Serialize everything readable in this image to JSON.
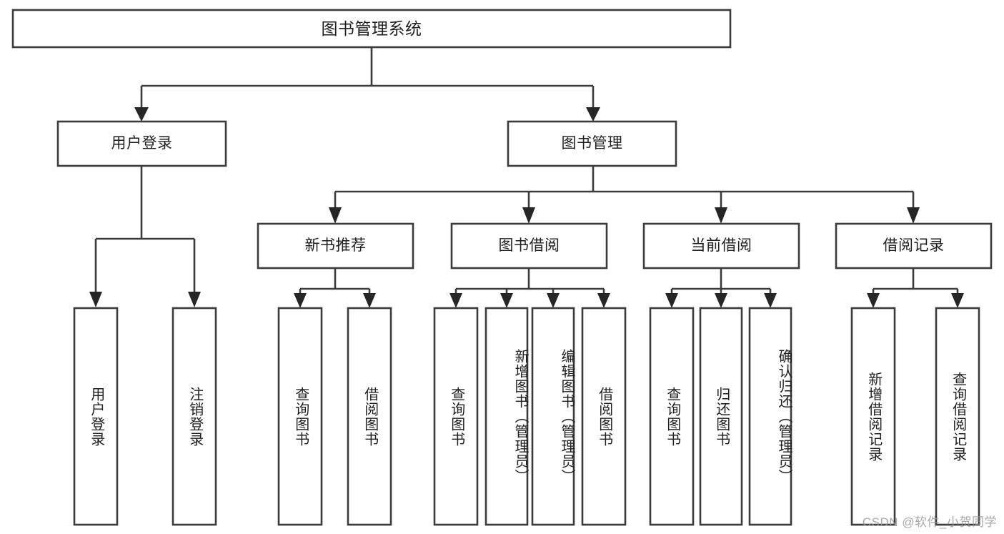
{
  "diagram": {
    "type": "tree",
    "title": "图书管理系统",
    "orientation": "top-down",
    "colors": {
      "box_stroke": "#3b3b3b",
      "box_fill": "#ffffff",
      "connector": "#3b3b3b",
      "text": "#1f1f1f",
      "watermark": "#9a9a9a",
      "background": "#ffffff"
    },
    "root": {
      "label": "图书管理系统"
    },
    "level2": [
      {
        "label": "用户登录"
      },
      {
        "label": "图书管理"
      }
    ],
    "level3": [
      {
        "label": "新书推荐"
      },
      {
        "label": "图书借阅"
      },
      {
        "label": "当前借阅"
      },
      {
        "label": "借阅记录"
      }
    ],
    "leaves": {
      "user_login": [
        {
          "label": "用户登录"
        },
        {
          "label": "注销登录"
        }
      ],
      "new_book_recommend": [
        {
          "label": "查询图书"
        },
        {
          "label": "借阅图书"
        }
      ],
      "book_borrow": [
        {
          "label": "查询图书"
        },
        {
          "label": "新增图书（管理员）"
        },
        {
          "label": "编辑图书（管理员）"
        },
        {
          "label": "借阅图书"
        }
      ],
      "current_borrow": [
        {
          "label": "查询图书"
        },
        {
          "label": "归还图书"
        },
        {
          "label": "确认归还（管理员）"
        }
      ],
      "borrow_record": [
        {
          "label": "新增借阅记录"
        },
        {
          "label": "查询借阅记录"
        }
      ]
    },
    "watermark": "CSDN @软件_小贺同学"
  }
}
